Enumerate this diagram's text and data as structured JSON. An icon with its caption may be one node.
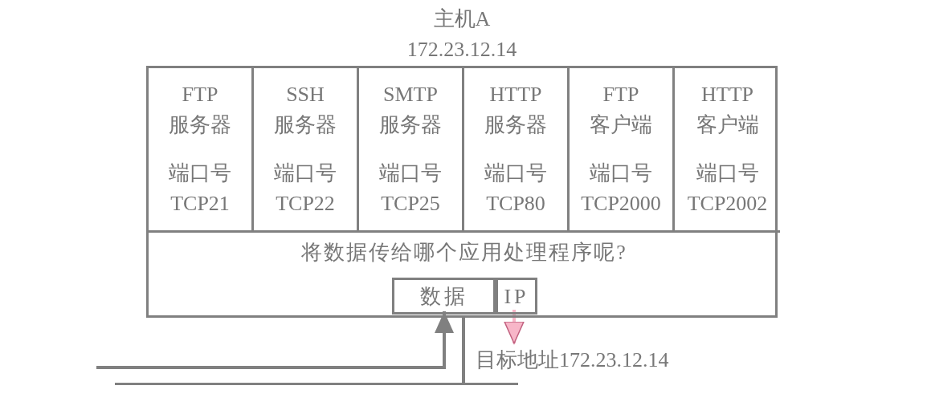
{
  "diagram": {
    "nodes": [
      {
        "text": [
          "主机A",
          "172.23.12.14"
        ]
      },
      {
        "text": [
          "FTP 服务器",
          "端口号 TCP21"
        ],
        "in": 0
      },
      {
        "text": [
          "SSH 服务器",
          "端口号 TCP22"
        ],
        "in": 0
      },
      {
        "text": [
          "SMTP 服务器",
          "端口号 TCP25"
        ],
        "in": 0
      },
      {
        "text": [
          "HTTP 服务器",
          "端口号 TCP80"
        ],
        "in": 0
      },
      {
        "text": [
          "FTP 客户端",
          "端口号 TCP2000"
        ],
        "in": 0
      },
      {
        "text": [
          "HTTP 客户端",
          "端口号 TCP2002"
        ],
        "in": 0
      },
      {
        "text": [
          "将数据传给哪个应用处理程序呢?"
        ],
        "in": 0
      },
      {
        "text": [
          "数据"
        ],
        "in": 7
      },
      {
        "text": [
          "IP"
        ],
        "in": 7
      },
      {
        "text": [
          "目标地址172.23.12.14"
        ]
      },
      {
        "text": [],
        "shape": "bar"
      }
    ],
    "edges": [
      {
        "from": null,
        "to": 8,
        "arrow": "to"
      },
      {
        "from": 9,
        "to": 10,
        "arrow": "to",
        "color": "#f7b6c8"
      },
      {
        "from": 0,
        "to": 11,
        "arrow": "none"
      }
    ]
  }
}
